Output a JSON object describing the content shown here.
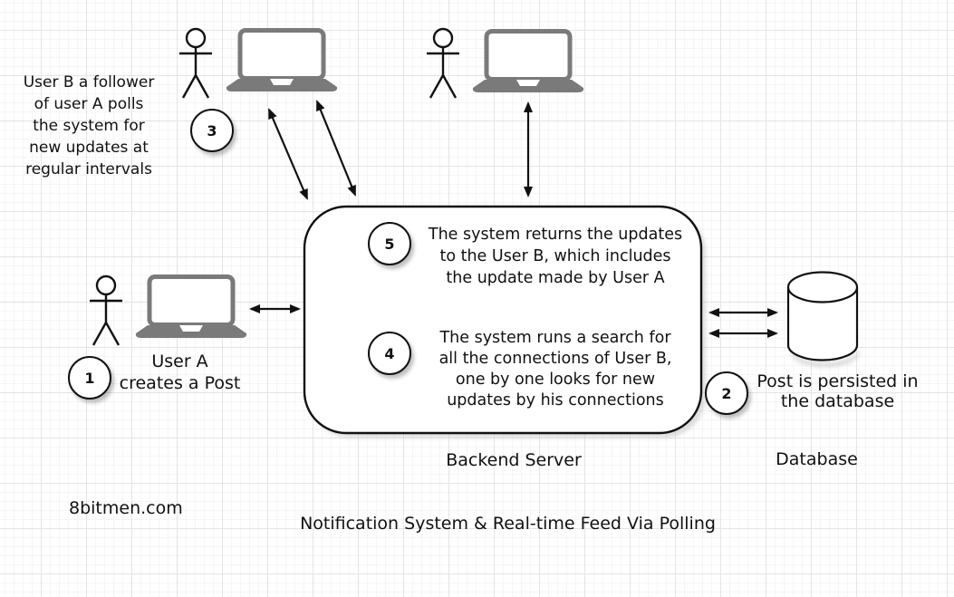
{
  "title": "Notification System & Real-time Feed Via Polling",
  "watermark": "8bitmen.com",
  "labels": {
    "backend": "Backend Server",
    "database": "Database"
  },
  "steps": [
    {
      "num": "1",
      "text": "User A\ncreates a Post"
    },
    {
      "num": "2",
      "text": "Post is persisted in\nthe database"
    },
    {
      "num": "3",
      "text": "User B a follower\nof user A polls\nthe system for\nnew updates at\nregular intervals"
    },
    {
      "num": "4",
      "text": "The system runs a search for\nall the connections of User B,\none by one looks for new\nupdates by his connections"
    },
    {
      "num": "5",
      "text": "The system returns the updates\nto the User B, which includes\nthe update made by User A"
    }
  ],
  "icons": {
    "user": "stick-figure-icon",
    "client": "laptop-icon",
    "storage": "database-cylinder-icon"
  },
  "colors": {
    "laptop_gray": "#7a7a7a",
    "ink": "#111111",
    "grid_major": "#e4e4e4",
    "grid_minor": "#f5f5f5"
  }
}
